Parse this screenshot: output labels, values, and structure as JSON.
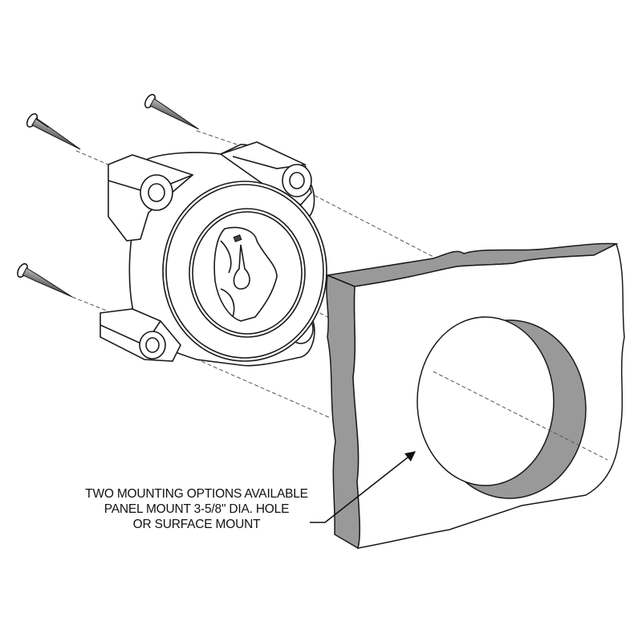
{
  "figure": {
    "type": "exploded mounting diagram",
    "components": {
      "screws": {
        "count": 3,
        "icon": "screw-icon"
      },
      "switch_body": {
        "icon": "rotary-switch-icon",
        "mounting_ears": 4
      },
      "panel": {
        "icon": "panel-with-hole-icon",
        "fill_color": "#999999"
      }
    },
    "colors": {
      "line": "#1a1a1a",
      "shade": "#999999",
      "background": "#ffffff",
      "dash": "#555555"
    }
  },
  "callout": {
    "lines": [
      "TWO MOUNTING OPTIONS AVAILABLE",
      "PANEL MOUNT 3-5/8\" DIA.  HOLE",
      "OR SURFACE MOUNT"
    ]
  }
}
